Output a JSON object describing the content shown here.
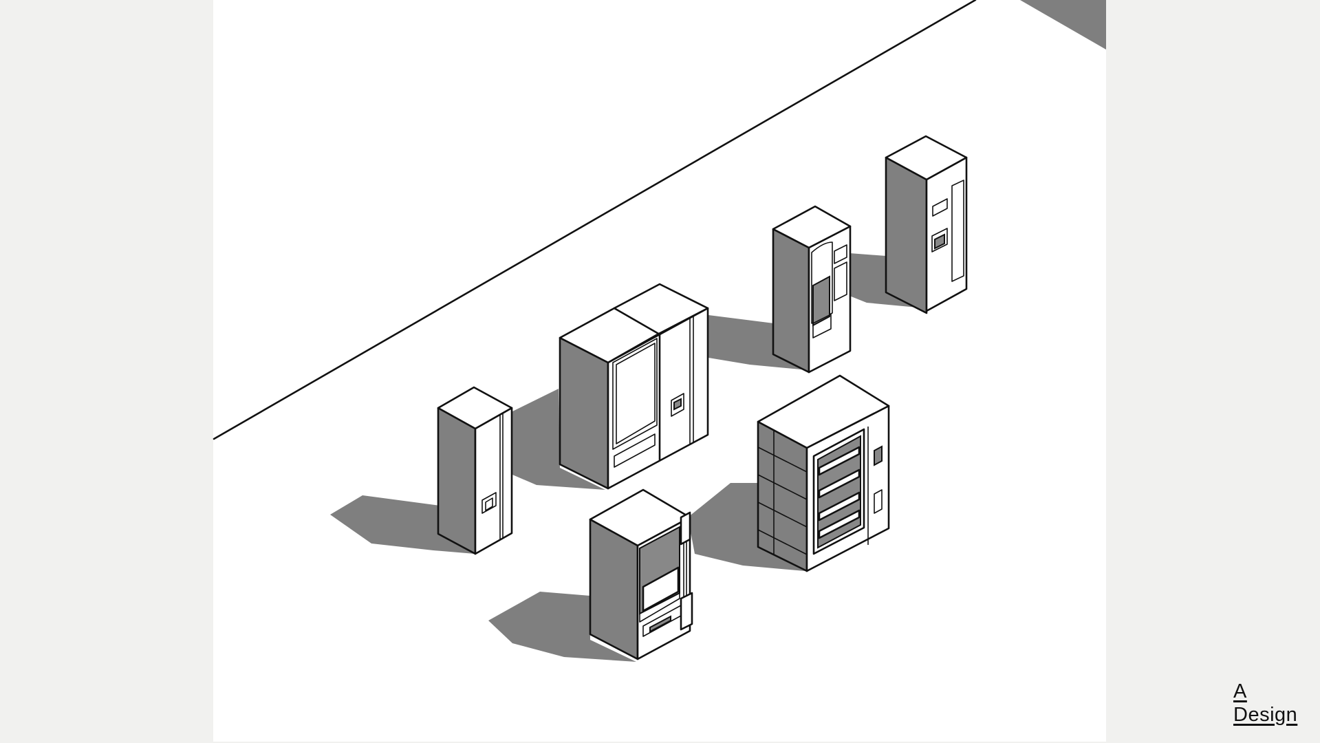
{
  "slide": {
    "background_color": "#f1f1ef",
    "panel_color": "#ffffff",
    "shadow_color": "#7f7f7f",
    "line_color": "#111111"
  },
  "drawing": {
    "type": "isometric line drawing",
    "subject": "vending machines",
    "machines": [
      {
        "id": "tall-narrow-left",
        "features": [
          "dispensing slot"
        ]
      },
      {
        "id": "double-glass-front",
        "features": [
          "large glass door",
          "dispensing slot",
          "pickup tray"
        ]
      },
      {
        "id": "coffee-machine",
        "features": [
          "arched cup bay",
          "display",
          "button panel"
        ]
      },
      {
        "id": "tall-drink-machine",
        "features": [
          "display",
          "dispensing slot",
          "vertical panel"
        ]
      },
      {
        "id": "snack-machine",
        "features": [
          "glass front",
          "4 shelves",
          "keypad",
          "coin slot"
        ]
      },
      {
        "id": "compact-glass-front",
        "features": [
          "glass door",
          "pickup drawer",
          "control strip"
        ]
      }
    ]
  },
  "logo": {
    "line1": "A",
    "line2": "Design"
  }
}
